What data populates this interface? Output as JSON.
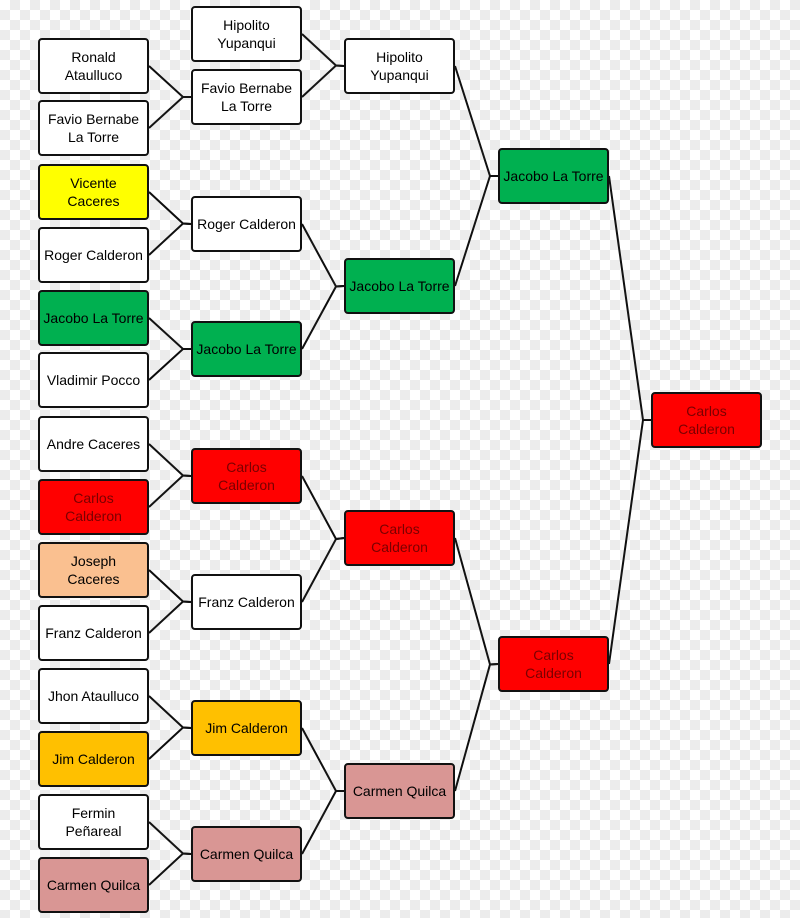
{
  "rounds": {
    "round1": [
      {
        "name": "Ronald Ataulluco",
        "color": "#ffffff"
      },
      {
        "name": "Favio Bernabe La Torre",
        "color": "#ffffff"
      },
      {
        "name": "Vicente Caceres",
        "color": "#ffff00"
      },
      {
        "name": "Roger Calderon",
        "color": "#ffffff"
      },
      {
        "name": "Jacobo La Torre",
        "color": "#00b050"
      },
      {
        "name": "Vladimir Pocco",
        "color": "#ffffff"
      },
      {
        "name": "Andre Caceres",
        "color": "#ffffff"
      },
      {
        "name": "Carlos Calderon",
        "color": "#ff0000"
      },
      {
        "name": "Joseph Caceres",
        "color": "#fac090"
      },
      {
        "name": "Franz Calderon",
        "color": "#ffffff"
      },
      {
        "name": "Jhon Ataulluco",
        "color": "#ffffff"
      },
      {
        "name": "Jim Calderon",
        "color": "#ffc000"
      },
      {
        "name": "Fermin Peñareal",
        "color": "#ffffff"
      },
      {
        "name": "Carmen Quilca",
        "color": "#d99694"
      }
    ],
    "round2": [
      {
        "name": "Hipolito Yupanqui",
        "color": "#ffffff"
      },
      {
        "name": "Favio Bernabe La Torre",
        "color": "#ffffff"
      },
      {
        "name": "Roger Calderon",
        "color": "#ffffff"
      },
      {
        "name": "Jacobo La Torre",
        "color": "#00b050"
      },
      {
        "name": "Carlos Calderon",
        "color": "#ff0000"
      },
      {
        "name": "Franz Calderon",
        "color": "#ffffff"
      },
      {
        "name": "Jim Calderon",
        "color": "#ffc000"
      },
      {
        "name": "Carmen Quilca",
        "color": "#d99694"
      }
    ],
    "round3": [
      {
        "name": "Hipolito Yupanqui",
        "color": "#ffffff"
      },
      {
        "name": "Jacobo La Torre",
        "color": "#00b050"
      },
      {
        "name": "Carlos Calderon",
        "color": "#ff0000"
      },
      {
        "name": "Carmen Quilca",
        "color": "#d99694"
      }
    ],
    "semifinal": [
      {
        "name": "Jacobo La Torre",
        "color": "#00b050"
      },
      {
        "name": "Carlos Calderon",
        "color": "#ff0000"
      }
    ],
    "champion": {
      "name": "Carlos Calderon",
      "color": "#ff0000"
    }
  }
}
